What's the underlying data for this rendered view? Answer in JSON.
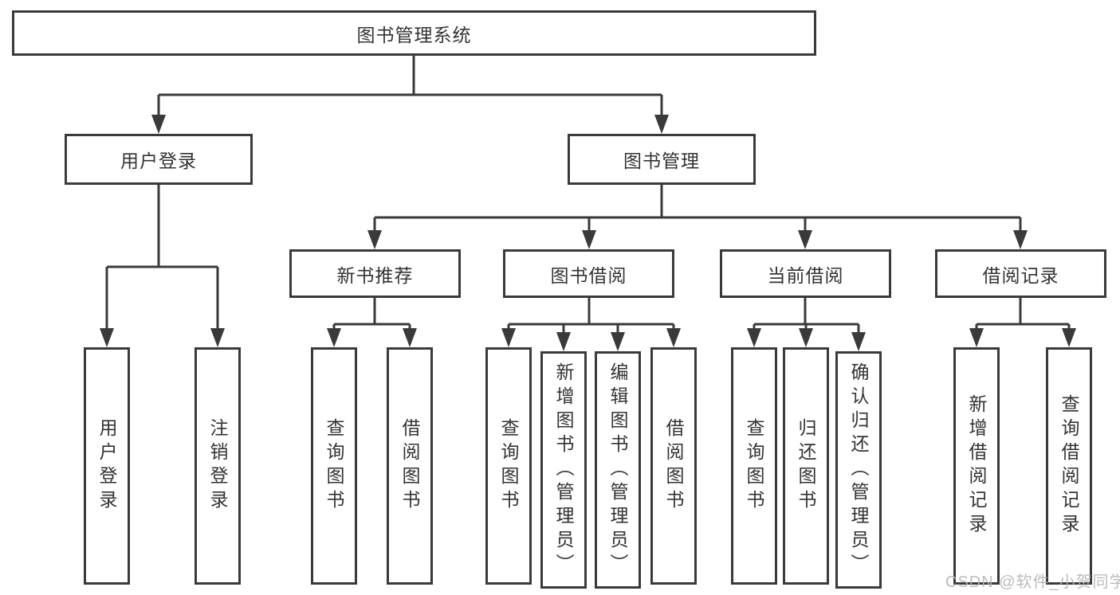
{
  "page": {
    "background": "#ffffff",
    "watermark": "CSDN @软件_小贺同学"
  },
  "colors": {
    "line": "#3a3a3a",
    "text": "#333333",
    "watermark": "#b5b5b5"
  },
  "diagram": {
    "type": "tree",
    "root": {
      "label": "图书管理系统"
    },
    "children": [
      {
        "label": "用户登录",
        "children": [
          {
            "label": "用户登录"
          },
          {
            "label": "注销登录"
          }
        ]
      },
      {
        "label": "图书管理",
        "children": [
          {
            "label": "新书推荐",
            "children": [
              {
                "label": "查询图书"
              },
              {
                "label": "借阅图书"
              }
            ]
          },
          {
            "label": "图书借阅",
            "children": [
              {
                "label": "查询图书"
              },
              {
                "label": "新增图书（管理员）"
              },
              {
                "label": "编辑图书（管理员）"
              },
              {
                "label": "借阅图书"
              }
            ]
          },
          {
            "label": "当前借阅",
            "children": [
              {
                "label": "查询图书"
              },
              {
                "label": "归还图书"
              },
              {
                "label": "确认归还（管理员）"
              }
            ]
          },
          {
            "label": "借阅记录",
            "children": [
              {
                "label": "新增借阅记录"
              },
              {
                "label": "查询借阅记录"
              }
            ]
          }
        ]
      }
    ]
  }
}
